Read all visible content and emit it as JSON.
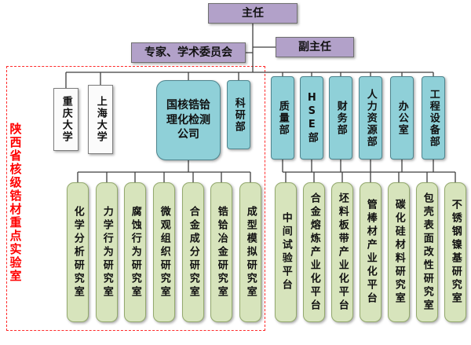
{
  "chart": {
    "director": "主任",
    "committee": "专家、学术委员会",
    "deputy": "副主任",
    "universities": [
      "重庆大学",
      "上海大学"
    ],
    "company": "国核锆铪理化检测公司",
    "research_dept": "科研部",
    "departments": [
      "质量部",
      "HSE部",
      "财务部",
      "人力资源部",
      "办公室",
      "工程设备部"
    ],
    "left_labs": [
      "化学分析研究室",
      "力学行为研究室",
      "腐蚀行为研究室",
      "微观组织研究室",
      "合金成分研究室",
      "锆铪冶金研究室",
      "成型模拟研究室"
    ],
    "right_units": [
      "中间试验平台",
      "合金熔炼产业化平台",
      "坯料板带产业化平台",
      "管棒材产业化平台",
      "碳化硅材料研究室",
      "包壳表面改性研究室",
      "不锈钢镍基研究室"
    ],
    "key_lab": "陕西省核级锆材重点实验室"
  },
  "colors": {
    "purple": "#b2a1c9",
    "cyan": "#8fd0d8",
    "green": "#d7e4bc",
    "white": "#fbfbfb",
    "line": "#3f3f3f",
    "red": "#ff0000"
  }
}
